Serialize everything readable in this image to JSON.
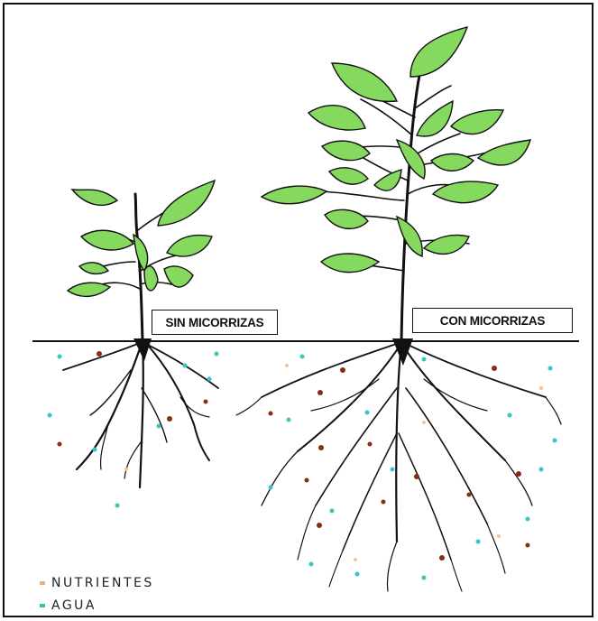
{
  "plants": {
    "without": {
      "label": "SIN MICORRIZAS"
    },
    "with": {
      "label": "CON MICORRIZAS"
    }
  },
  "legend": {
    "items": [
      {
        "label": "NUTRIENTES",
        "color": "#e8b07a"
      },
      {
        "label": "AGUA",
        "color": "#2ec4b6"
      }
    ]
  },
  "colors": {
    "leaf": "#86d95f",
    "leaf_shade": "#a8e07a",
    "stem": "#111111",
    "nutrient_dot": "#8b2a14",
    "nutrient_light": "#f0c29a",
    "water_dot": "#39c6c0"
  }
}
